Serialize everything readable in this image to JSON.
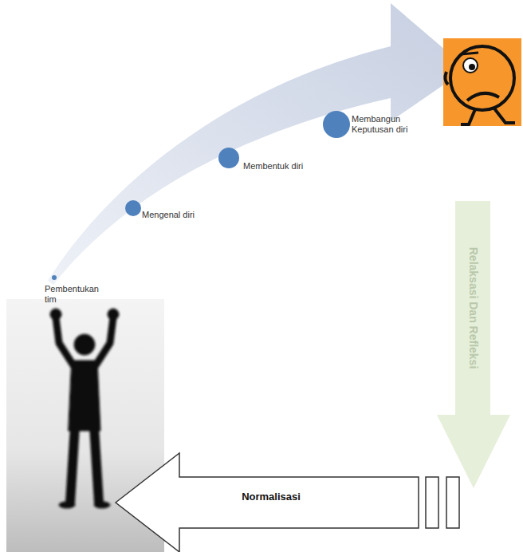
{
  "diagram": {
    "nodes": [
      {
        "text": [
          "Pembentukan tim"
        ]
      },
      {
        "text": [
          "Mengenal diri"
        ]
      },
      {
        "text": [
          "Membentuk diri"
        ]
      },
      {
        "text": [
          "Membangun Keputusan diri"
        ]
      },
      {
        "text": [
          "Relaksasi Dan Refleksi"
        ]
      },
      {
        "text": [
          "Normalisasi"
        ]
      }
    ]
  }
}
